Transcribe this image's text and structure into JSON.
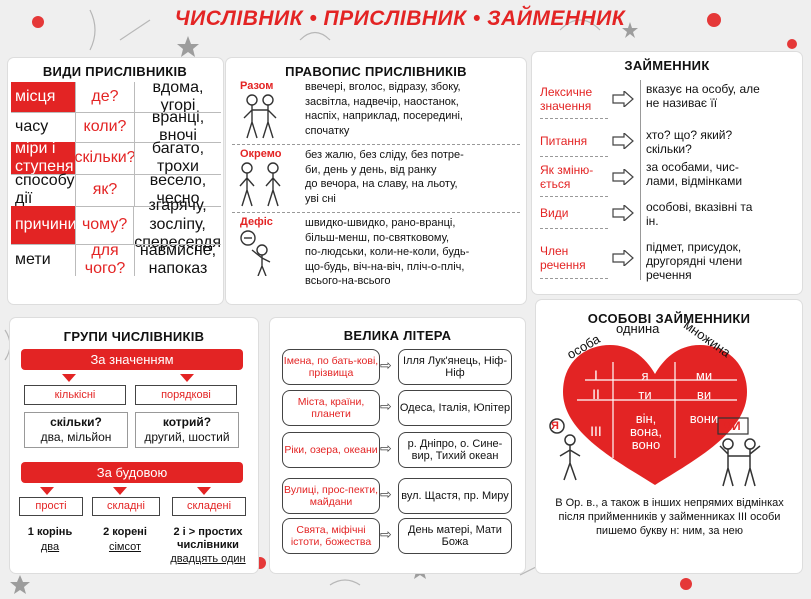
{
  "title": "ЧИСЛІВНИК • ПРИСЛІВНИК • ЗАЙМЕННИК",
  "adverb_types": {
    "title": "ВИДИ ПРИСЛІВНИКІВ",
    "rows": [
      {
        "type": "місця",
        "q": "де?",
        "ex": "вдома, угорі"
      },
      {
        "type": "часу",
        "q": "коли?",
        "ex": "вранці, вночі"
      },
      {
        "type": "міри і ступеня",
        "q": "скільки?",
        "ex": "багато, трохи"
      },
      {
        "type": "способу дії",
        "q": "як?",
        "ex": "весело, чесно"
      },
      {
        "type": "причини",
        "q": "чому?",
        "ex": "згарячу, зосліпу, спересердя"
      },
      {
        "type": "мети",
        "q": "для чого?",
        "ex": "навмисне, напоказ"
      }
    ]
  },
  "adverb_spelling": {
    "title": "ПРАВОПИС ПРИСЛІВНИКІВ",
    "sections": [
      {
        "label": "Разом",
        "lines": [
          "ввечері, вголос, відразу, збоку,",
          "засвітла, надвечір, наостанок,",
          "наспіх, наприклад, посередині,",
          "спочатку"
        ]
      },
      {
        "label": "Окремо",
        "lines": [
          "без жалю, без сліду, без потре-",
          "би, день у день, від ранку",
          "до вечора, на славу, на льоту,",
          "уві сні"
        ]
      },
      {
        "label": "Дефіс",
        "lines": [
          "швидко-швидко, рано-вранці,",
          "більш-менш, по-святковому,",
          "по-людськи, коли-не-коли, будь-",
          "що-будь, віч-на-віч, пліч-о-пліч,",
          "всього-на-всього"
        ]
      }
    ]
  },
  "pronoun": {
    "title": "ЗАЙМЕННИК",
    "rows": [
      {
        "label": "Лексичне значення",
        "text": "вказує на особу, але не називає її"
      },
      {
        "label": "Питання",
        "text": "хто? що? який? скільки?"
      },
      {
        "label": "Як зміню-ється",
        "text": "за особами, чис-лами, відмінками"
      },
      {
        "label": "Види",
        "text": "особові, вказівні та ін."
      },
      {
        "label": "Член речення",
        "text": "підмет, присудок, другорядні члени речення"
      }
    ]
  },
  "numeral_groups": {
    "title": "ГРУПИ ЧИСЛІВНИКІВ",
    "by_meaning": "За значенням",
    "meaning_items": [
      {
        "name": "кількісні",
        "q": "скільки?",
        "ex": "два, мільйон"
      },
      {
        "name": "порядкові",
        "q": "котрий?",
        "ex": "другий, шостий"
      }
    ],
    "by_structure": "За будовою",
    "structure_items": [
      {
        "name": "прості",
        "desc": "1 корінь",
        "ex": "два"
      },
      {
        "name": "складні",
        "desc": "2 корені",
        "ex": "сімсот"
      },
      {
        "name": "складені",
        "desc": "2 і > простих числівники",
        "ex": "двадцять один"
      }
    ]
  },
  "capital_letter": {
    "title": "ВЕЛИКА ЛІТЕРА",
    "rows": [
      {
        "rule": "Імена, по бать-кові, прізвища",
        "ex": "Ілля Лук'янець, Ніф-Ніф"
      },
      {
        "rule": "Міста, країни, планети",
        "ex": "Одеса, Італія, Юпітер"
      },
      {
        "rule": "Ріки, озера, океани",
        "ex": "р. Дніпро, о. Сине-вир, Тихий океан"
      },
      {
        "rule": "Вулиці, прос-пекти, майдани",
        "ex": "вул. Щастя, пр. Миру"
      },
      {
        "rule": "Свята, міфічні істоти, божества",
        "ex": "День матері, Мати Божа"
      }
    ]
  },
  "personal_pronouns": {
    "title": "ОСОБОВІ ЗАЙМЕННИКИ",
    "arc_labels": [
      "особа",
      "однина",
      "множина"
    ],
    "rows": [
      {
        "person": "I",
        "sg": "я",
        "pl": "ми"
      },
      {
        "person": "II",
        "sg": "ти",
        "pl": "ви"
      },
      {
        "person": "III",
        "sg": "він, вона, воно",
        "pl": "вони"
      }
    ],
    "figure_labels": [
      "Я",
      "МИ"
    ],
    "note": "В Ор. в., а також в інших непрямих відмінках після прийменників у займенниках III особи пишемо букву н: ним, за нею"
  },
  "colors": {
    "accent": "#e32424",
    "text": "#111111"
  }
}
